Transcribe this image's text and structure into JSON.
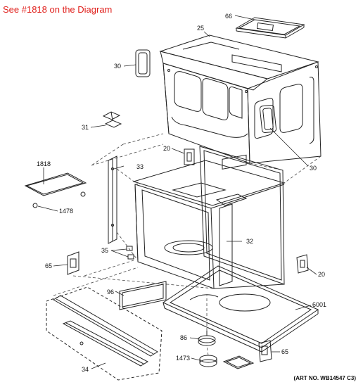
{
  "header": {
    "note": "See #1818 on the Diagram"
  },
  "footer": {
    "art_number": "(ART NO. WB14547 C3)"
  },
  "callouts": {
    "c66": "66",
    "c25": "25",
    "c30a": "30",
    "c31": "31",
    "c20a": "20",
    "c30b": "30",
    "c1818": "1818",
    "c33": "33",
    "c1478": "1478",
    "c32": "32",
    "c35": "35",
    "c65a": "65",
    "c20b": "20",
    "c96": "96",
    "c6001": "6001",
    "c86": "86",
    "c65b": "65",
    "c1473": "1473",
    "c34": "34"
  },
  "colors": {
    "note": "#e0201c",
    "line": "#222222"
  }
}
